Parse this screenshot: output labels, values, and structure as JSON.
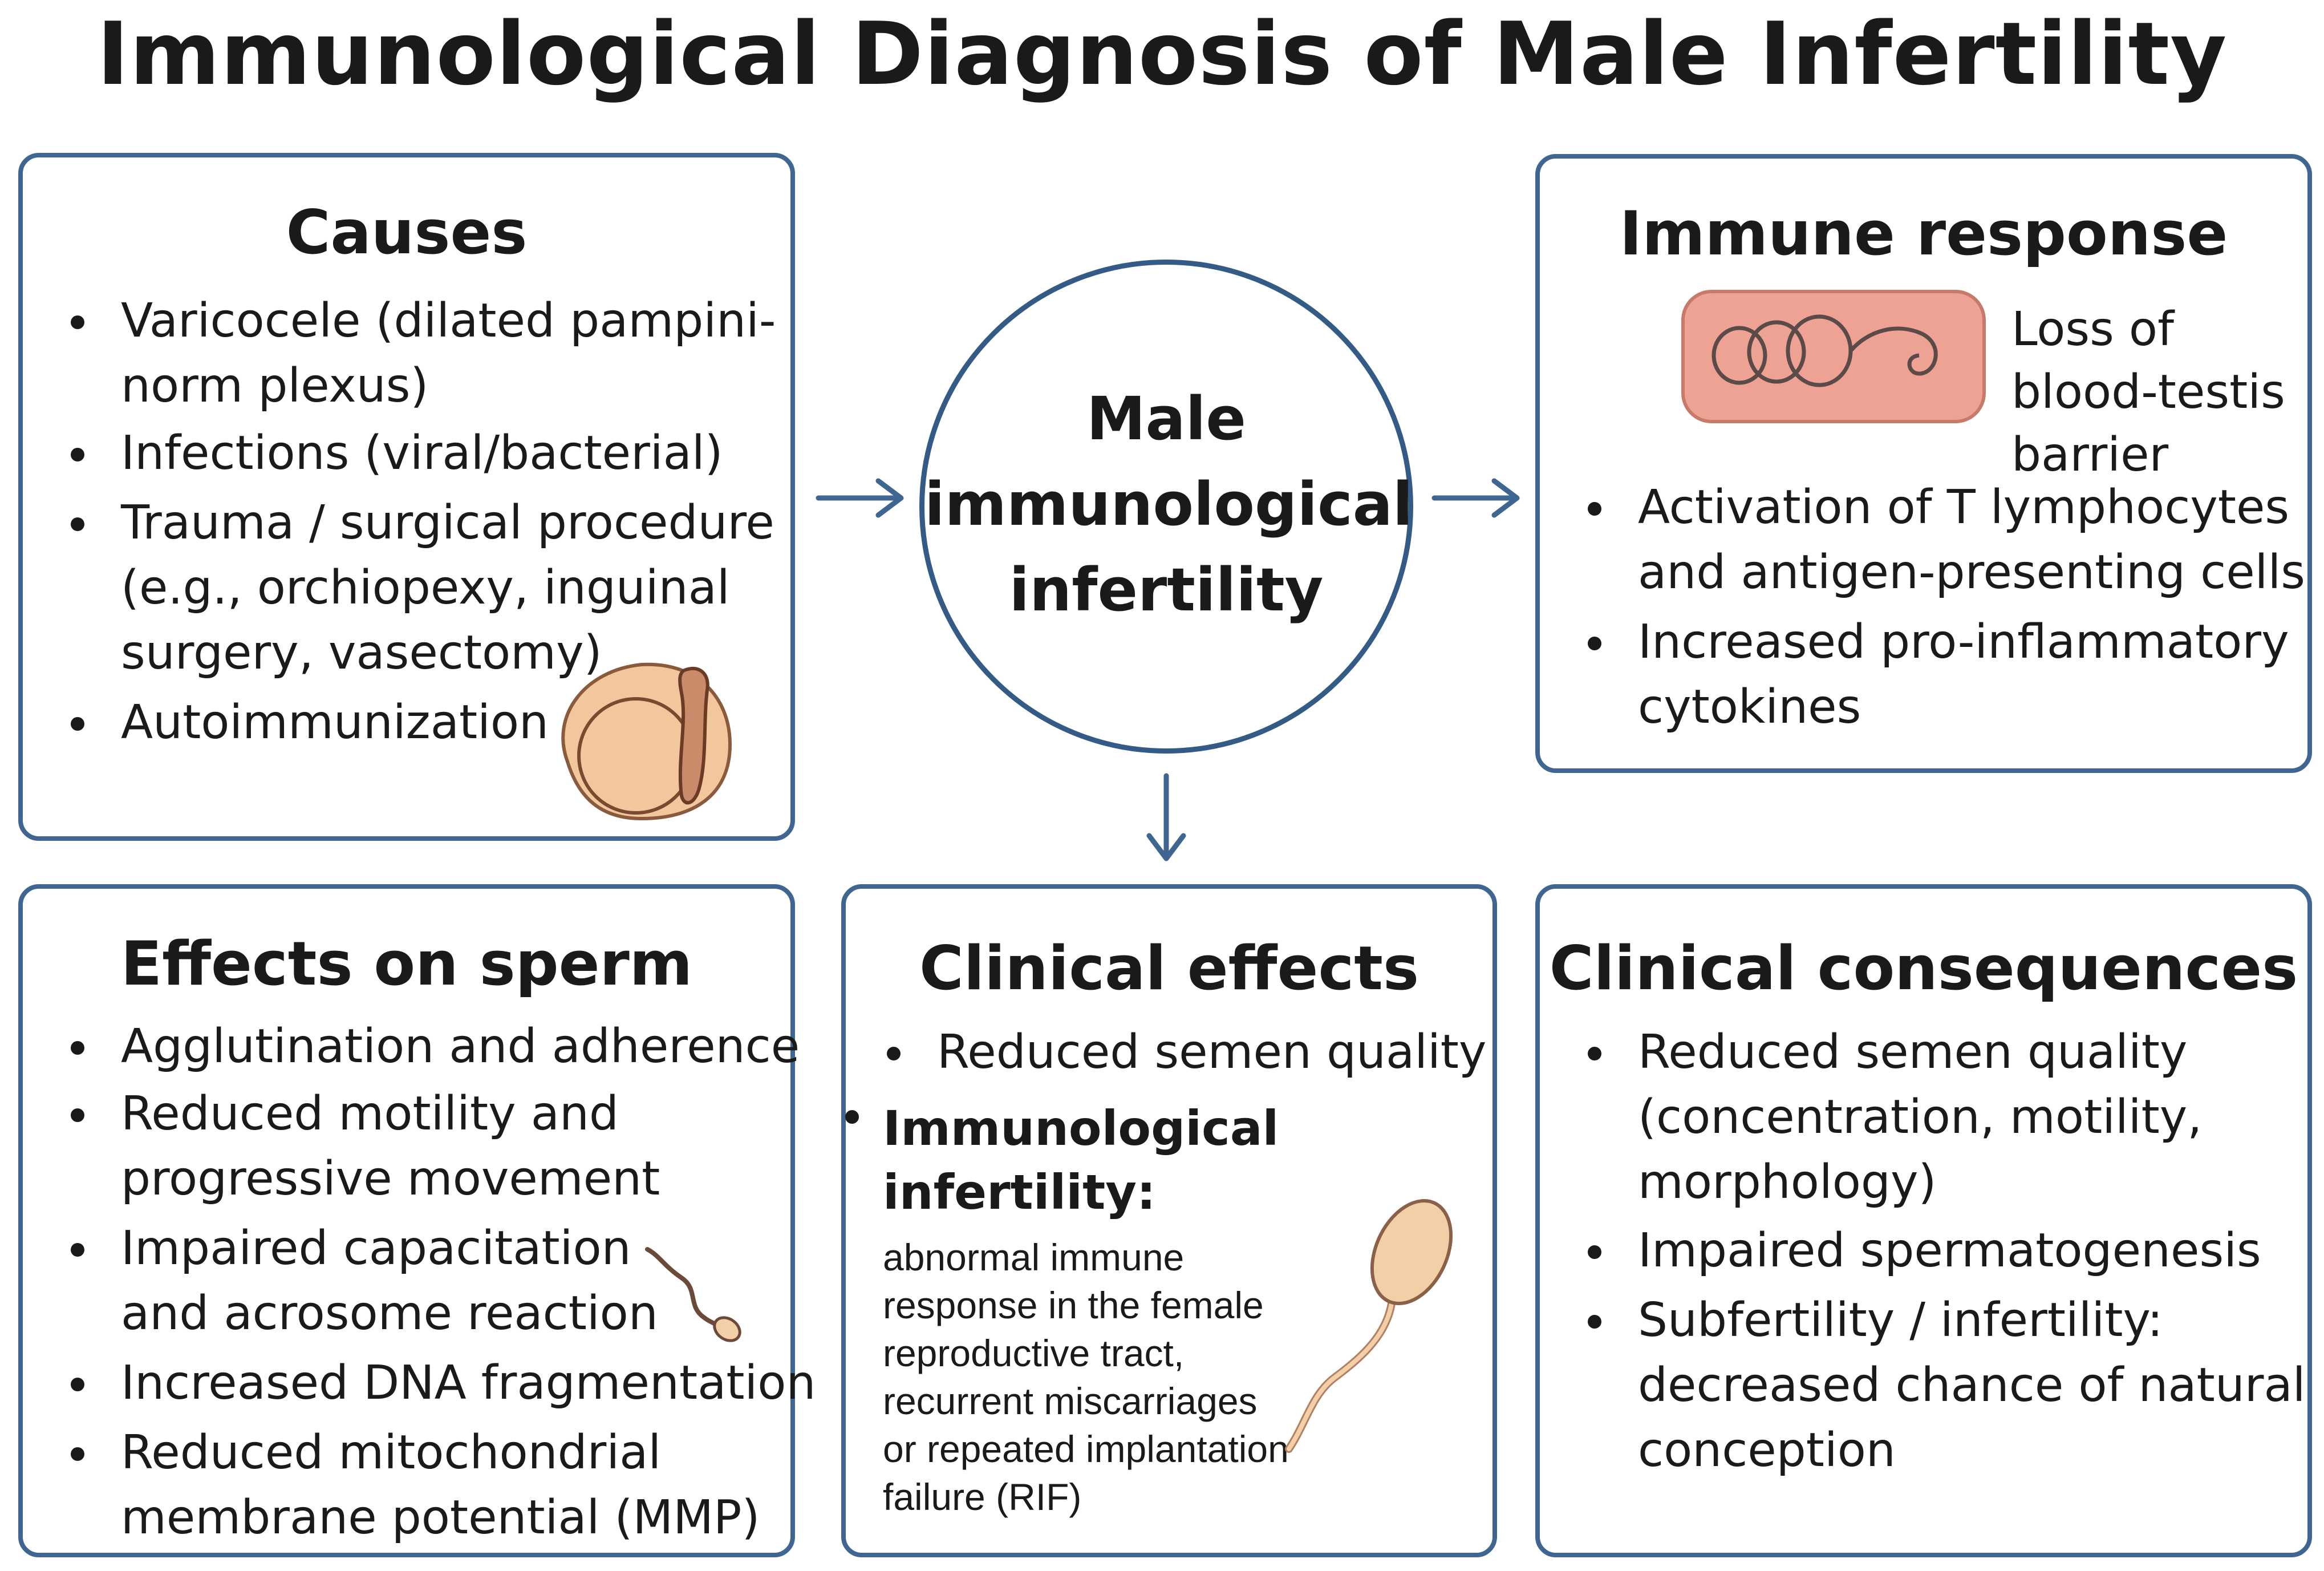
{
  "title": "Immunological Diagnosis of Male Infertility",
  "center": {
    "label": "Male\nimmunological\ninfertility"
  },
  "causes": {
    "title": "Causes",
    "items": [
      "Varicocele (dilated pampini-\nnorm plexus)",
      "Infections (viral/bacterial)",
      "Trauma / surgical procedure\n(e.g., orchiopexy, inguinal\nsurgery, vasectomy)",
      "Autoimmunization"
    ],
    "illustration_icon": "testis-icon"
  },
  "immune_response": {
    "title": "Immune response",
    "illustration_icon": "blood-testis-barrier-icon",
    "illustration_label": "Loss of\nblood-testis\nbarrier",
    "items": [
      "Activation of T lymphocytes\nand antigen-presenting cells",
      "Increased pro-inflammatory\ncytokines"
    ]
  },
  "effects_on_sperm": {
    "title": "Effects on sperm",
    "items": [
      "Agglutination and adherence",
      "Reduced motility and\nprogressive movement",
      "Impaired capacitation\nand acrosome reaction",
      "Increased DNA fragmentation",
      "Reduced mitochondrial\nmembrane potential (MMP)"
    ],
    "illustration_icon": "small-sperm-icon"
  },
  "clinical_effects": {
    "title": "Clinical effects",
    "items": [
      "Reduced semen quality"
    ],
    "bold_item": "Immunological\ninfertility:",
    "detail": "abnormal immune\nresponse in the female\nreproductive tract,\nrecurrent miscarriages\nor repeated implantation\nfailure (RIF)",
    "illustration_icon": "sperm-icon"
  },
  "clinical_consequences": {
    "title": "Clinical consequences",
    "items": [
      "Reduced semen quality\n(concentration, motility,\nmorphology)",
      "Impaired spermatogenesis",
      "Subfertility / infertility:\ndecreased chance of natural\nconception"
    ]
  },
  "colors": {
    "border": "#3f6591",
    "arrow": "#3f6591",
    "testis_fill": "#f3c79e",
    "barrier_fill": "#eea293",
    "sperm_fill": "#f3cfa8"
  }
}
